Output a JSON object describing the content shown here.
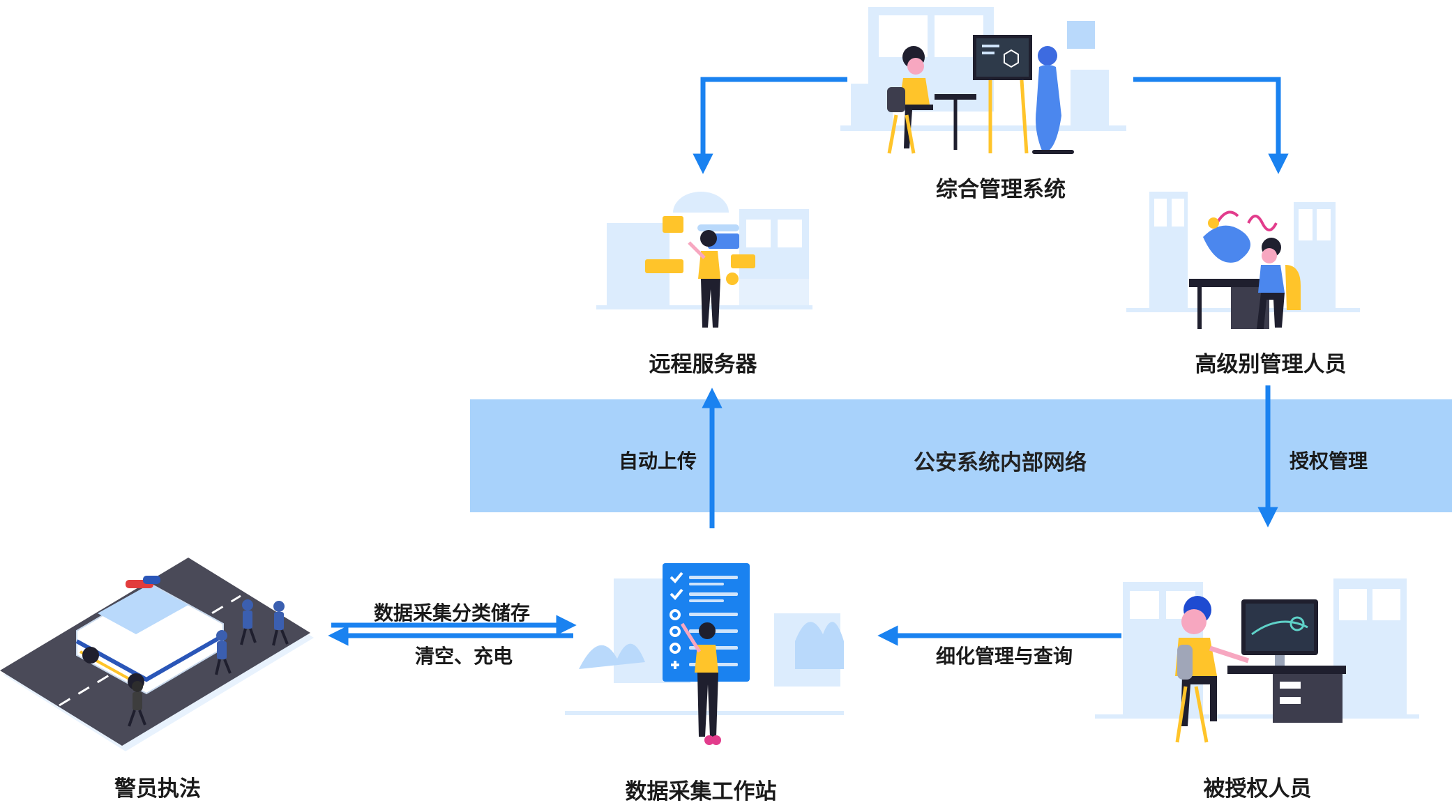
{
  "nodes": {
    "integrated_system": "综合管理系统",
    "remote_server": "远程服务器",
    "senior_manager": "高级别管理人员",
    "police_enforcement": "警员执法",
    "collection_station": "数据采集工作站",
    "authorized_personnel": "被授权人员"
  },
  "network": {
    "label": "公安系统内部网络"
  },
  "edges": {
    "auto_upload": "自动上传",
    "authorization": "授权管理",
    "collect_store": "数据采集分类储存",
    "clear_charge": "清空、充电",
    "refined_query": "细化管理与查询"
  },
  "colors": {
    "arrow": "#1a82f0",
    "band": "#a8d2fb",
    "illustration_light": "#dcecfd",
    "illustration_mid": "#b9d9fb",
    "figure_dark": "#1f1f2e",
    "accent_yellow": "#ffc42a",
    "accent_pink": "#e23c8c"
  }
}
